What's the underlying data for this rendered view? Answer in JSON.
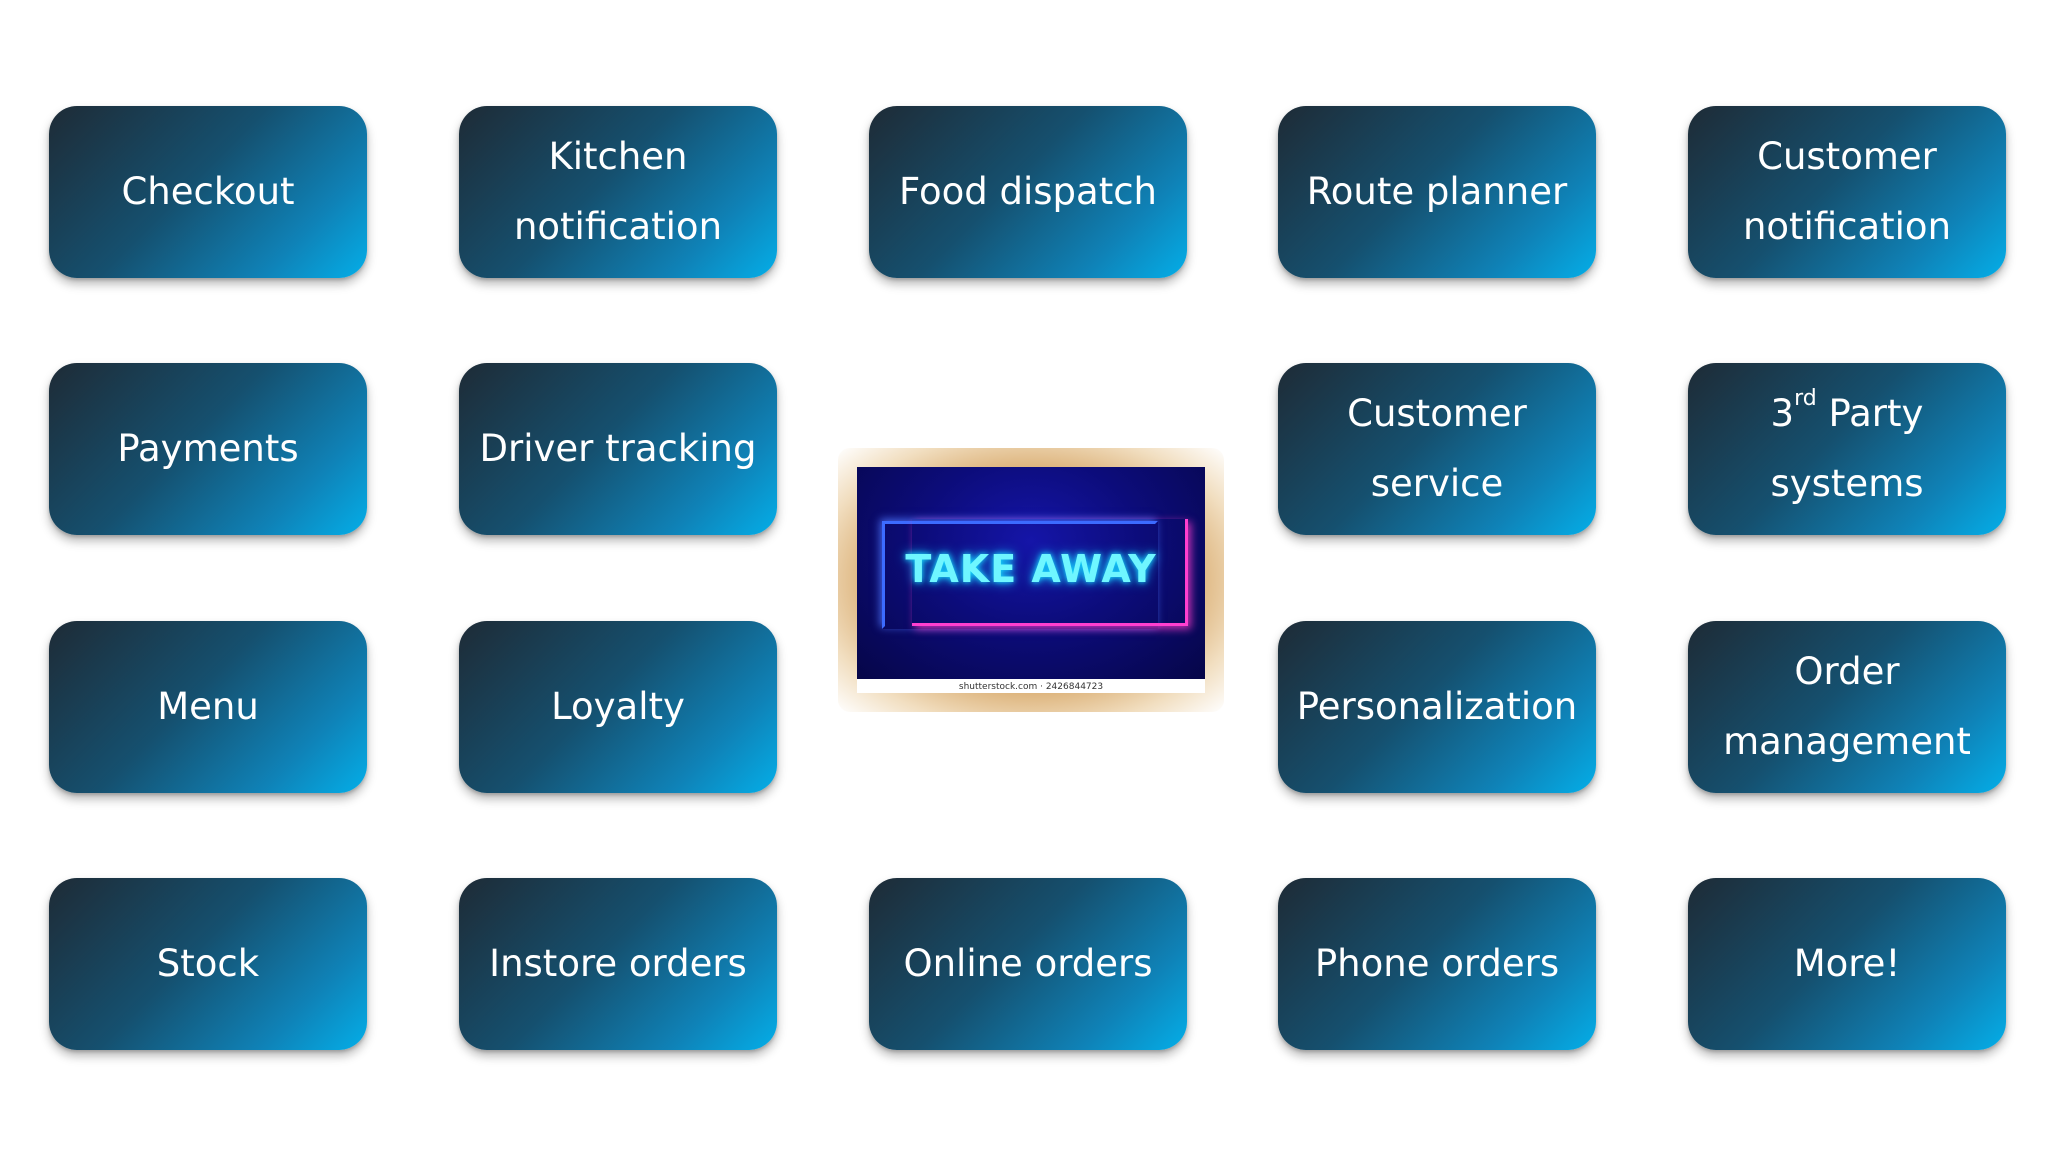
{
  "tiles": {
    "checkout": "Checkout",
    "kitchen_notification": [
      "Kitchen",
      "notification"
    ],
    "food_dispatch": "Food dispatch",
    "route_planner": "Route planner",
    "customer_notification": [
      "Customer",
      "notification"
    ],
    "payments": "Payments",
    "driver_tracking": "Driver tracking",
    "customer_service": [
      "Customer",
      "service"
    ],
    "third_party": {
      "number": "3",
      "suffix": "rd",
      "rest": " Party",
      "line2": "systems"
    },
    "menu": "Menu",
    "loyalty": "Loyalty",
    "personalization": "Personalization",
    "order_management": [
      "Order",
      "management"
    ],
    "stock": "Stock",
    "instore_orders": "Instore orders",
    "online_orders": "Online orders",
    "phone_orders": "Phone orders",
    "more": "More!"
  },
  "center_image": {
    "sign_text": "TAKE AWAY",
    "watermark": "shutterstock.com · 2426844723"
  },
  "colors": {
    "tile_gradient_start": "#1e2b36",
    "tile_gradient_end": "#04aee8",
    "neon_text": "#6ff6ff",
    "neon_blue": "#3c6bff",
    "neon_pink": "#ff3fcf"
  }
}
